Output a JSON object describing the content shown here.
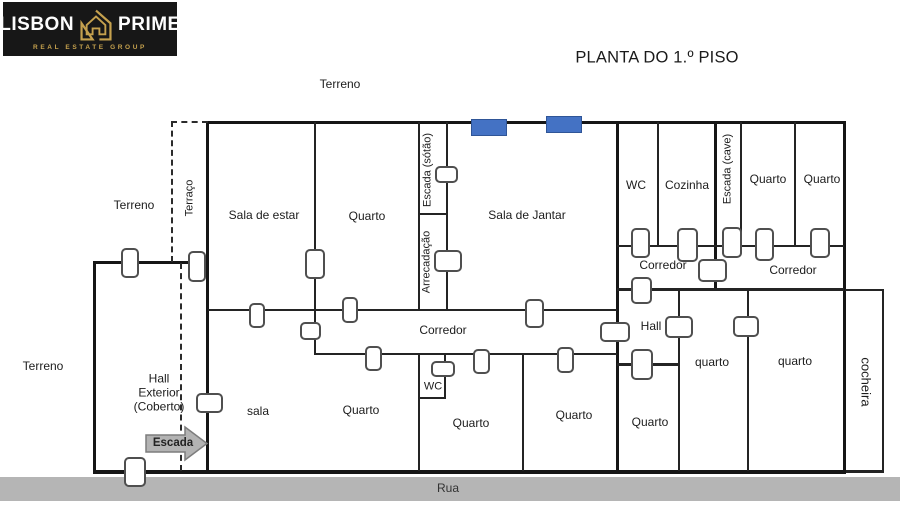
{
  "title": "PLANTA DO 1.º PISO",
  "logo": {
    "brand_left": "LISBON",
    "brand_right": "PRIME",
    "tagline": "REAL ESTATE GROUP"
  },
  "street_label": "Rua",
  "colors": {
    "window_blue": "#4472c4",
    "window_border": "#2f5597",
    "logo_bg": "#171717",
    "logo_gold": "#c5a14e",
    "rua_gray": "#b5b5b5",
    "arrow_fill": "#b3b3b3"
  },
  "labels": {
    "terreno_top": "Terreno",
    "terreno_mid": "Terreno",
    "terreno_low": "Terreno",
    "terraco": "Terraço",
    "sala_de_estar": "Sala de estar",
    "quarto_top_left": "Quarto",
    "escada_sotao": "Escada (sótão)",
    "arrecadacao": "Arrecadação",
    "sala_de_jantar": "Sala de Jantar",
    "wc_top": "WC",
    "cozinha": "Cozinha",
    "escada_cave": "Escada (cave)",
    "quarto_top_1": "Quarto",
    "quarto_top_2": "Quarto",
    "corredor_right_1": "Corredor",
    "corredor_right_2": "Corredor",
    "hall": "Hall",
    "quarto_mid_1": "quarto",
    "quarto_mid_2": "quarto",
    "cocheira": "cocheira",
    "corredor_main": "Corredor",
    "hall_exterior_line1": "Hall",
    "hall_exterior_line2": "Exterior",
    "hall_exterior_line3": "(Coberto)",
    "escada_arrow": "Escada",
    "sala": "sala",
    "quarto_bottom_1": "Quarto",
    "wc_bottom": "WC",
    "quarto_bottom_2": "Quarto",
    "quarto_bottom_3": "Quarto",
    "quarto_bottom_4": "Quarto"
  }
}
